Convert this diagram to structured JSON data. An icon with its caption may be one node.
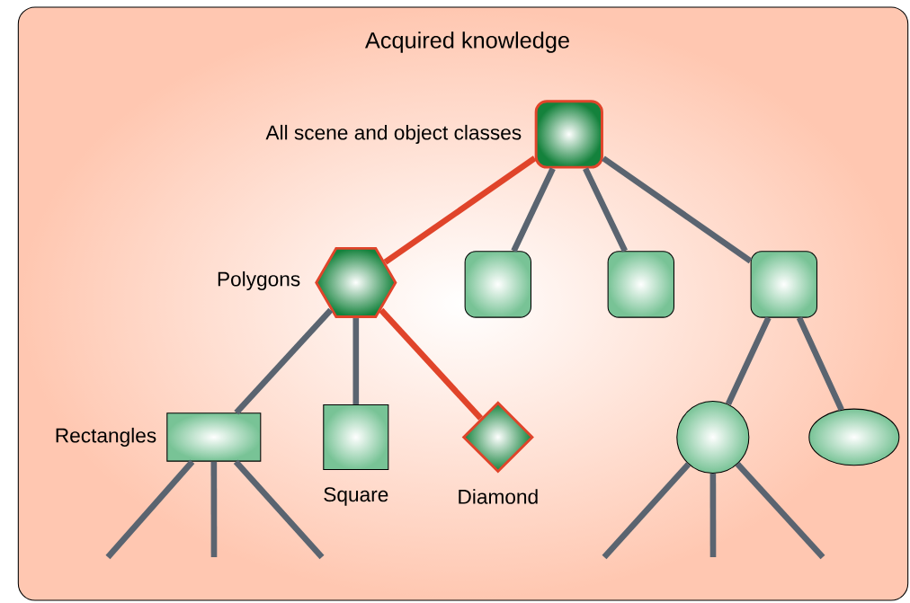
{
  "diagram": {
    "nodes": [
      {
        "text": [
          "Acquired knowledge"
        ]
      },
      {
        "text": [
          "All scene and object classes"
        ],
        "in": 0
      },
      {
        "text": [
          "Polygons"
        ],
        "in": 0
      },
      {
        "text": [],
        "shape": "box",
        "in": 0
      },
      {
        "text": [],
        "shape": "box",
        "in": 0
      },
      {
        "text": [],
        "shape": "box",
        "in": 0
      },
      {
        "text": [
          "Rectangles"
        ],
        "in": 0
      },
      {
        "text": [
          "Square"
        ],
        "in": 0
      },
      {
        "text": [
          "Diamond"
        ],
        "in": 0
      },
      {
        "text": [],
        "shape": "circle",
        "in": 0
      },
      {
        "text": [],
        "shape": "ellipse",
        "in": 0
      }
    ],
    "edges": [
      {
        "from": 1,
        "to": 2,
        "arrow": "none",
        "color": "#e0442a"
      },
      {
        "from": 1,
        "to": 3,
        "arrow": "none"
      },
      {
        "from": 1,
        "to": 4,
        "arrow": "none"
      },
      {
        "from": 1,
        "to": 5,
        "arrow": "none"
      },
      {
        "from": 2,
        "to": 6,
        "arrow": "none"
      },
      {
        "from": 2,
        "to": 7,
        "arrow": "none"
      },
      {
        "from": 2,
        "to": 8,
        "arrow": "none",
        "color": "#e0442a"
      },
      {
        "from": 5,
        "to": 9,
        "arrow": "none"
      },
      {
        "from": 5,
        "to": 10,
        "arrow": "none"
      },
      {
        "from": 6,
        "to": null,
        "arrow": "none"
      },
      {
        "from": 6,
        "to": null,
        "arrow": "none"
      },
      {
        "from": 6,
        "to": null,
        "arrow": "none"
      },
      {
        "from": 9,
        "to": null,
        "arrow": "none"
      },
      {
        "from": 9,
        "to": null,
        "arrow": "none"
      },
      {
        "from": 9,
        "to": null,
        "arrow": "none"
      }
    ]
  }
}
